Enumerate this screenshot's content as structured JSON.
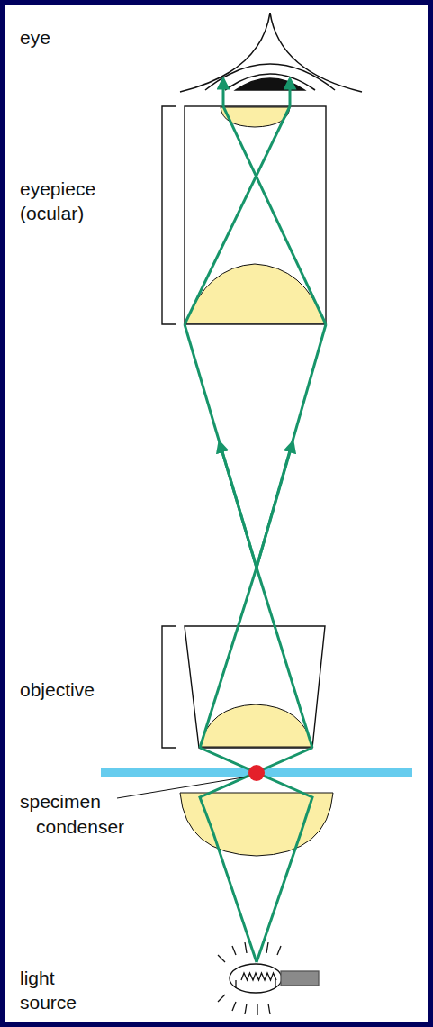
{
  "diagram": {
    "labels": [
      "eye",
      "eyepiece (ocular)",
      "objective",
      "specimen",
      "condenser",
      "light source"
    ]
  }
}
